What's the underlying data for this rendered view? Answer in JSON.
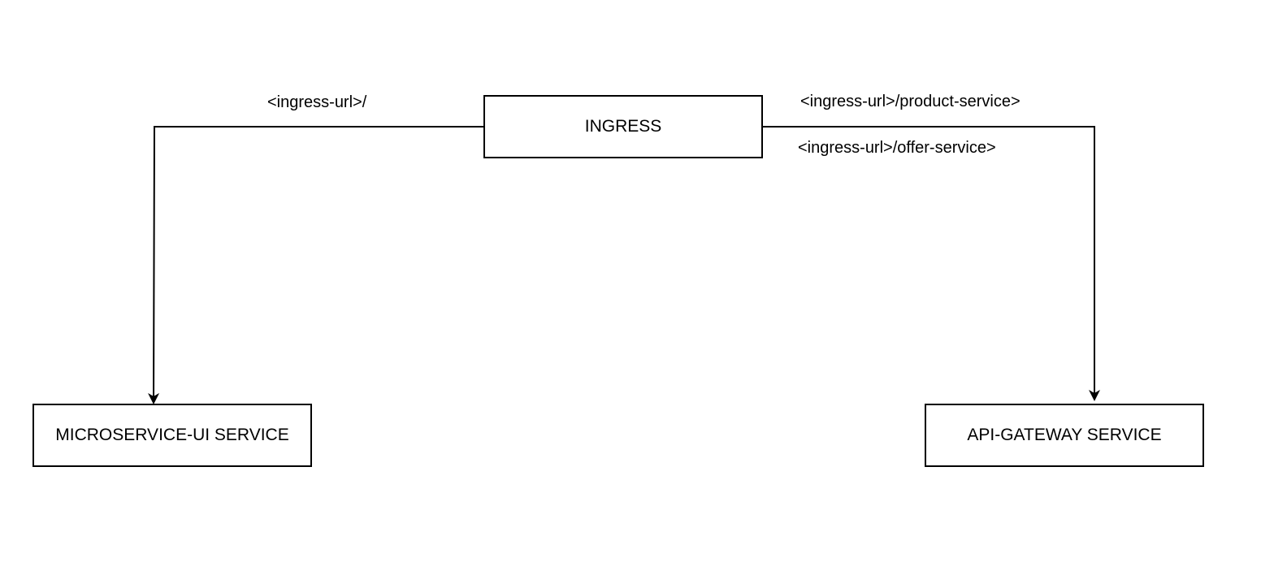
{
  "nodes": {
    "ingress": "INGRESS",
    "ui_service": "MICROSERVICE-UI SERVICE",
    "gateway_service": "API-GATEWAY SERVICE"
  },
  "edges": {
    "to_ui": {
      "from": "INGRESS",
      "to": "MICROSERVICE-UI SERVICE",
      "label": "<ingress-url>/"
    },
    "to_gateway": {
      "from": "INGRESS",
      "to": "API-GATEWAY SERVICE",
      "labels": [
        "<ingress-url>/product-service>",
        "<ingress-url>/offer-service>"
      ]
    }
  },
  "colors": {
    "stroke": "#000000",
    "background": "#ffffff"
  }
}
